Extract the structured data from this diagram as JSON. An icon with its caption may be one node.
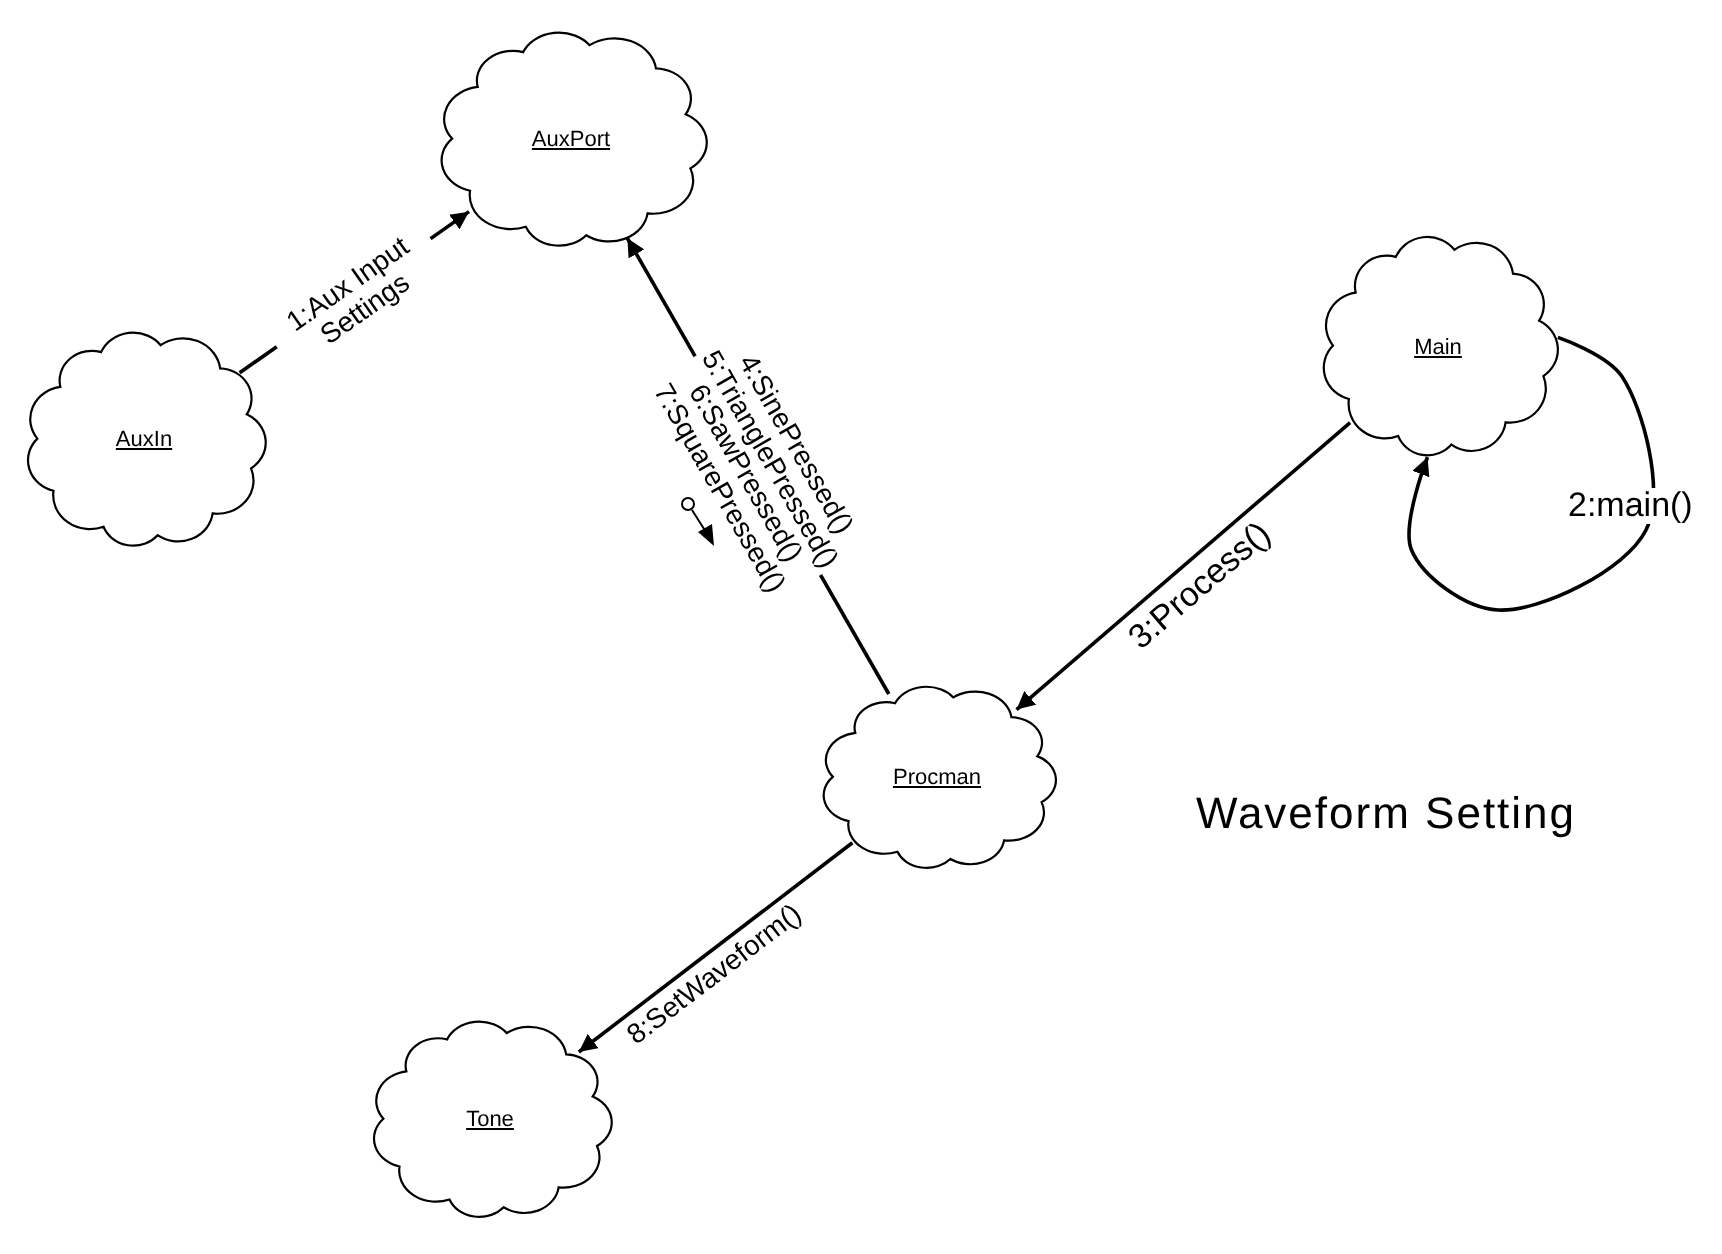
{
  "diagram": {
    "title": "Waveform Setting",
    "nodes": [
      {
        "text": [
          "AuxPort"
        ]
      },
      {
        "text": [
          "AuxIn"
        ]
      },
      {
        "text": [
          "Main"
        ]
      },
      {
        "text": [
          "Procman"
        ]
      },
      {
        "text": [
          "Tone"
        ]
      }
    ],
    "edges": [
      {
        "from": 1,
        "to": 0,
        "arrow": "to",
        "label": "1:Aux Input Settings"
      },
      {
        "from": 2,
        "to": 2,
        "arrow": "to",
        "label": "2:main()"
      },
      {
        "from": 2,
        "to": 3,
        "arrow": "to",
        "label": "3:Process()"
      },
      {
        "from": 3,
        "to": 0,
        "arrow": "to",
        "label": "4:SinePressed() 5:TrianglePressed() 6:SawPressed() 7:SquarePressed()"
      },
      {
        "from": 3,
        "to": 4,
        "arrow": "to",
        "label": "8:SetWaveform()"
      }
    ]
  }
}
